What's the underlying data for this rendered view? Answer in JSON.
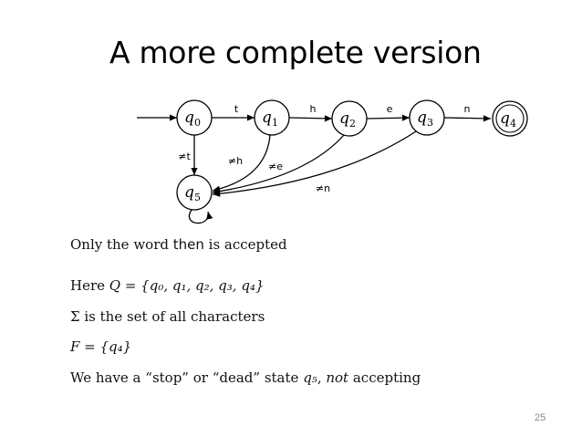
{
  "slide": {
    "title": "A more complete version",
    "number": "25"
  },
  "diagram": {
    "states": [
      {
        "id": "q0",
        "label": "q",
        "sub": "0",
        "accepting": false,
        "initial": true
      },
      {
        "id": "q1",
        "label": "q",
        "sub": "1",
        "accepting": false
      },
      {
        "id": "q2",
        "label": "q",
        "sub": "2",
        "accepting": false
      },
      {
        "id": "q3",
        "label": "q",
        "sub": "3",
        "accepting": false
      },
      {
        "id": "q4",
        "label": "q",
        "sub": "4",
        "accepting": true
      },
      {
        "id": "q5",
        "label": "q",
        "sub": "5",
        "accepting": false
      }
    ],
    "transitions": [
      {
        "from": "q0",
        "to": "q1",
        "label": "t"
      },
      {
        "from": "q1",
        "to": "q2",
        "label": "h"
      },
      {
        "from": "q2",
        "to": "q3",
        "label": "e"
      },
      {
        "from": "q3",
        "to": "q4",
        "label": "n"
      },
      {
        "from": "q0",
        "to": "q5",
        "label": "≠t"
      },
      {
        "from": "q1",
        "to": "q5",
        "label": "≠h"
      },
      {
        "from": "q2",
        "to": "q5",
        "label": "≠e"
      },
      {
        "from": "q3",
        "to": "q5",
        "label": "≠n"
      },
      {
        "from": "q5",
        "to": "q5",
        "label": ""
      }
    ]
  },
  "text": {
    "line1_before": "Only the word ",
    "line1_word": "then",
    "line1_after": " is accepted",
    "line2_prefix": "Here ",
    "line2_math": "Q = {q₀, q₁, q₂, q₃, q₄}",
    "line3": "Σ is the set of all characters",
    "line4_math": "F = {q₄}",
    "line5_before": "We have a “stop” or “dead” state ",
    "line5_state": "q₅",
    "line5_comma": ", ",
    "line5_not": "not",
    "line5_after": " accepting"
  }
}
